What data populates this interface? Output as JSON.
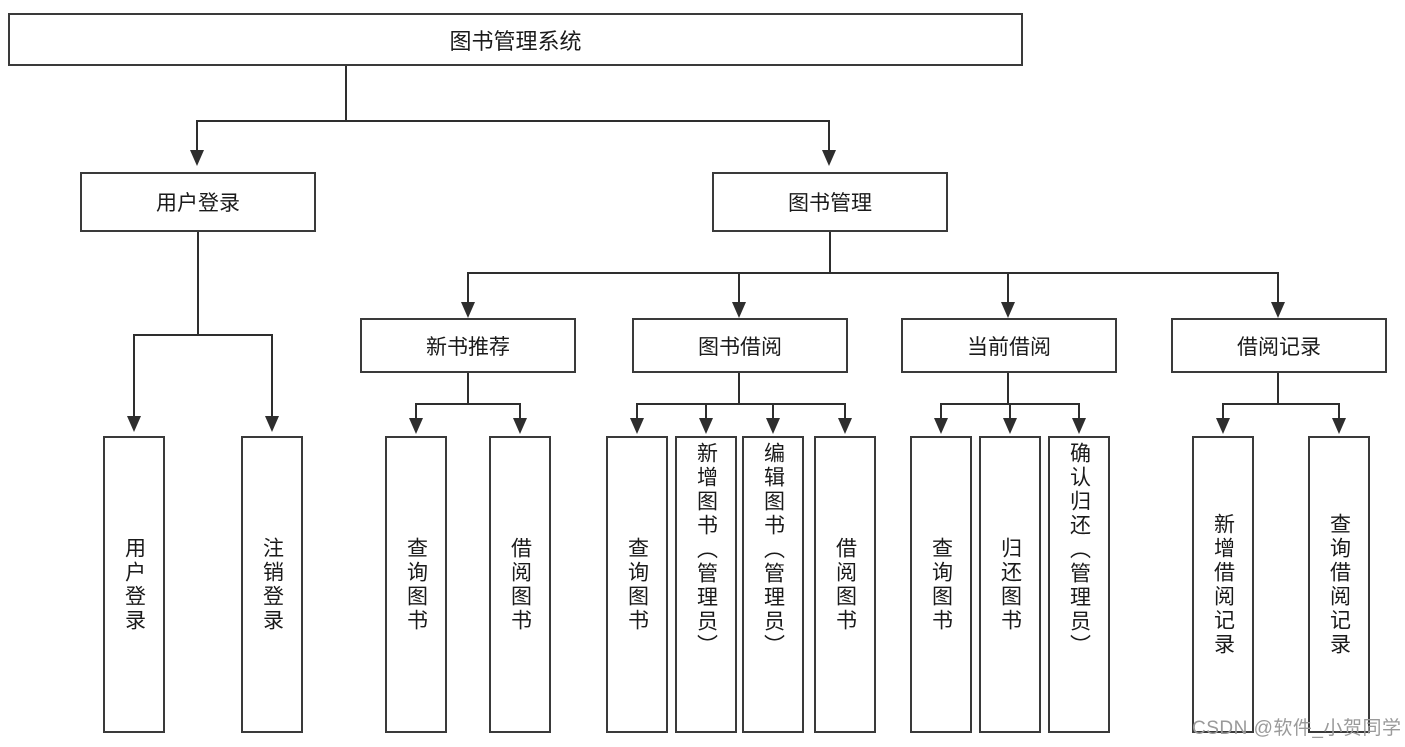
{
  "diagram": {
    "title": "图书管理系统",
    "type": "hierarchy-tree",
    "root": {
      "id": "root",
      "label": "图书管理系统"
    },
    "level2": [
      {
        "id": "user-login",
        "label": "用户登录"
      },
      {
        "id": "book-manage",
        "label": "图书管理"
      }
    ],
    "level3": [
      {
        "id": "new-book-recommend",
        "label": "新书推荐",
        "parent": "book-manage"
      },
      {
        "id": "book-borrow",
        "label": "图书借阅",
        "parent": "book-manage"
      },
      {
        "id": "current-borrow",
        "label": "当前借阅",
        "parent": "book-manage"
      },
      {
        "id": "borrow-record",
        "label": "借阅记录",
        "parent": "book-manage"
      }
    ],
    "leaves": [
      {
        "id": "leaf-user-login",
        "label": "用户登录",
        "parent": "user-login"
      },
      {
        "id": "leaf-user-logout",
        "label": "注销登录",
        "parent": "user-login"
      },
      {
        "id": "leaf-query-book-1",
        "label": "查询图书",
        "parent": "new-book-recommend"
      },
      {
        "id": "leaf-borrow-book-1",
        "label": "借阅图书",
        "parent": "new-book-recommend"
      },
      {
        "id": "leaf-query-book-2",
        "label": "查询图书",
        "parent": "book-borrow"
      },
      {
        "id": "leaf-add-book",
        "label": "新增图书（管理员）",
        "parent": "book-borrow"
      },
      {
        "id": "leaf-edit-book",
        "label": "编辑图书（管理员）",
        "parent": "book-borrow"
      },
      {
        "id": "leaf-borrow-book-2",
        "label": "借阅图书",
        "parent": "book-borrow"
      },
      {
        "id": "leaf-query-book-3",
        "label": "查询图书",
        "parent": "current-borrow"
      },
      {
        "id": "leaf-return-book",
        "label": "归还图书",
        "parent": "current-borrow"
      },
      {
        "id": "leaf-confirm-return",
        "label": "确认归还（管理员）",
        "parent": "current-borrow"
      },
      {
        "id": "leaf-add-record",
        "label": "新增借阅记录",
        "parent": "borrow-record"
      },
      {
        "id": "leaf-query-record",
        "label": "查询借阅记录",
        "parent": "borrow-record"
      }
    ]
  },
  "watermark": {
    "text": "CSDN @软件_小贺同学"
  },
  "colors": {
    "box_border": "#3a3a3a",
    "connector": "#2e2e2e",
    "background": "#ffffff",
    "text": "#1a1a1a",
    "watermark": "#9a9a9a"
  }
}
